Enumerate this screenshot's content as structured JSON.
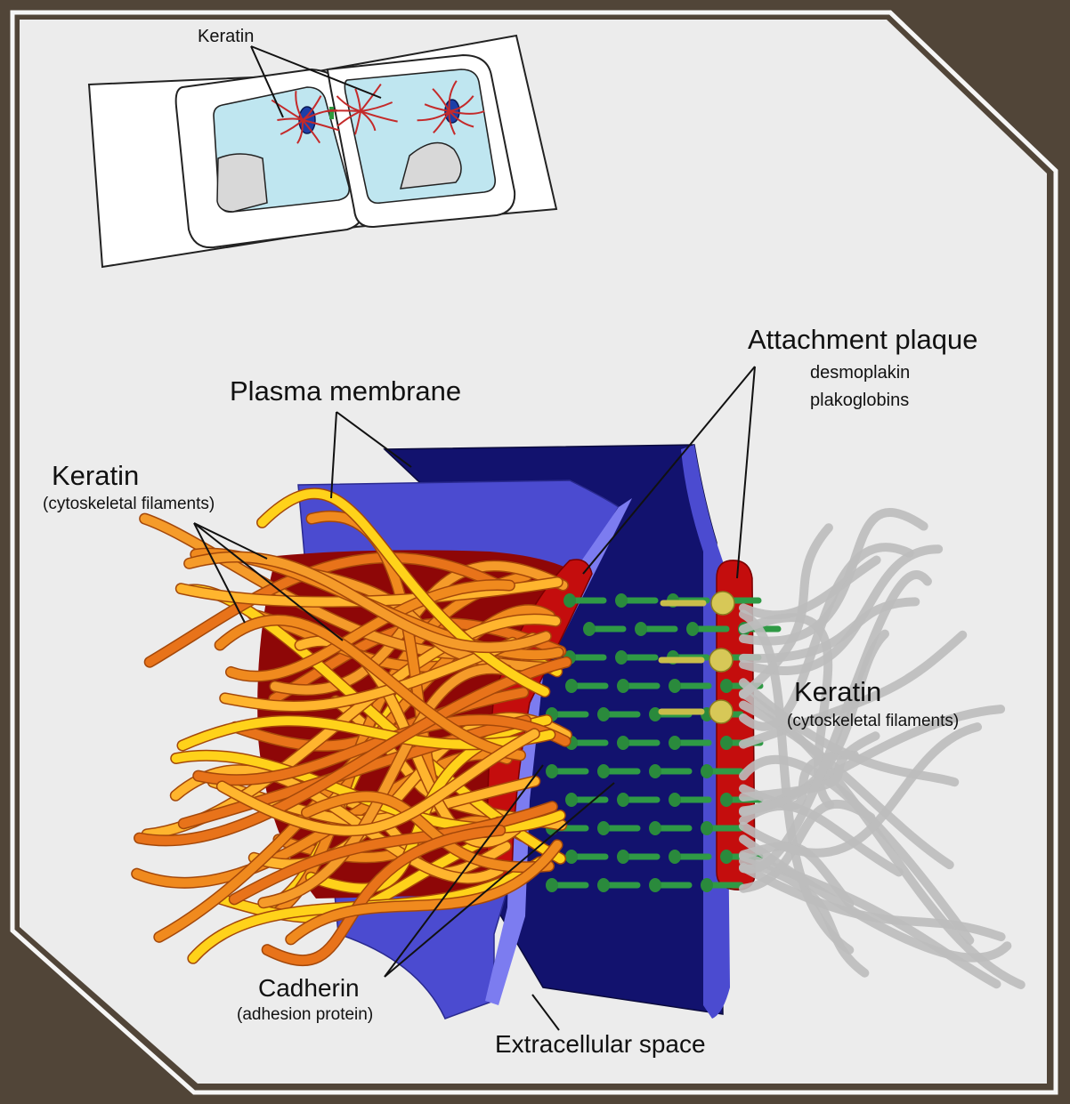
{
  "labels": {
    "inset_keratin": "Keratin",
    "plasma_membrane": "Plasma membrane",
    "attachment_plaque": "Attachment plaque",
    "desmoplakin": "desmoplakin",
    "plakoglobins": "plakoglobins",
    "keratin_left": "Keratin",
    "keratin_left_sub": "(cytoskeletal filaments)",
    "keratin_right": "Keratin",
    "keratin_right_sub": "(cytoskeletal filaments)",
    "cadherin": "Cadherin",
    "cadherin_sub": "(adhesion protein)",
    "extracellular_space": "Extracellular space"
  },
  "colors": {
    "frame": "#514538",
    "panel": "#ececec",
    "membrane_light": "#4b4bd0",
    "membrane_dark": "#12126e",
    "plaque_red": "#c40d0d",
    "cytoplasm_red": "#8e0707",
    "cadherin_green": "#2f9a45",
    "keratin_orange": "#f08a1e",
    "keratin_yellow": "#ffd21a",
    "keratin_gray": "#bdbdbd",
    "inset_cell": "#bfe6f0"
  }
}
